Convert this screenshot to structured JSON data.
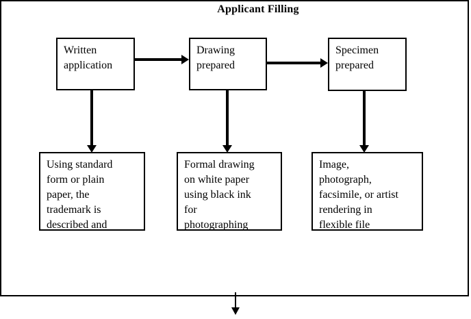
{
  "title": "Applicant Filling",
  "colors": {
    "ink": "#000000",
    "background": "#ffffff"
  },
  "nodes": {
    "written_application": {
      "text": "Written\napplication"
    },
    "drawing_prepared": {
      "text": "Drawing\nprepared"
    },
    "specimen_prepared": {
      "text": "Specimen\nprepared"
    },
    "standard_form": {
      "text": "Using standard\nform or plain\npaper, the\ntrademark is\ndescribed and"
    },
    "formal_drawing": {
      "text": "Formal drawing\non white paper\nusing black ink\nfor\nphotographing"
    },
    "image_specimen": {
      "text": "Image,\nphotograph,\nfacsimile, or artist\nrendering in\nflexible file"
    }
  },
  "edges": [
    {
      "from": "written_application",
      "to": "drawing_prepared",
      "direction": "right"
    },
    {
      "from": "drawing_prepared",
      "to": "specimen_prepared",
      "direction": "right"
    },
    {
      "from": "written_application",
      "to": "standard_form",
      "direction": "down"
    },
    {
      "from": "drawing_prepared",
      "to": "formal_drawing",
      "direction": "down"
    },
    {
      "from": "specimen_prepared",
      "to": "image_specimen",
      "direction": "down"
    },
    {
      "from": "diagram",
      "to": "next_stage",
      "direction": "down-exit"
    }
  ]
}
